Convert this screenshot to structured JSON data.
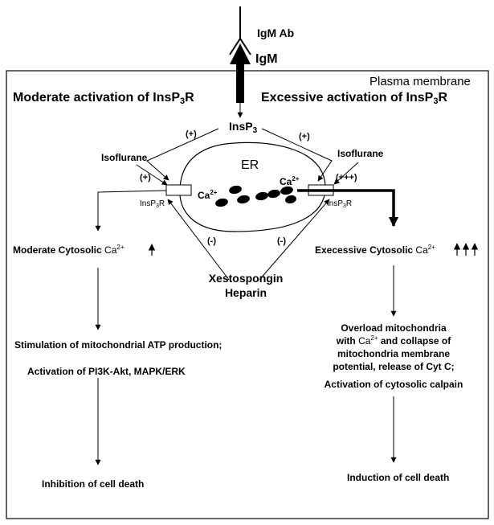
{
  "antibody": {
    "label": "IgM Ab"
  },
  "receptor": {
    "label": "IgM"
  },
  "membrane": {
    "label": "Plasma membrane"
  },
  "left_title": {
    "text": "Moderate activation of InsP",
    "sub": "3",
    "tail": "R"
  },
  "right_title": {
    "text": "Excessive activation of InsP",
    "sub": "3",
    "tail": "R"
  },
  "insp3": {
    "text": "InsP",
    "sub": "3"
  },
  "plus_left": "(+)",
  "plus_right": "(+)",
  "plus_isoflurane_left": "(+)",
  "plus_strong": "(+++)",
  "minus_left": "(-)",
  "minus_right": "(-)",
  "isoflurane_left": "Isoflurane",
  "isoflurane_right": "Isoflurane",
  "er": {
    "label": "ER"
  },
  "ca_left": {
    "text": "Ca",
    "sup": "2+"
  },
  "ca_right": {
    "text": "Ca",
    "sup": "2+"
  },
  "receptor_left": {
    "text": "InsP",
    "sub": "3",
    "tail": "R"
  },
  "receptor_right": {
    "text": "InsP",
    "sub": "3",
    "tail": "R"
  },
  "inhibitors": {
    "line1": "Xestospongin",
    "line2": "Heparin"
  },
  "left_outcome": {
    "text": "Moderate Cytosolic ",
    "ca": "Ca",
    "sup": "2+"
  },
  "right_outcome": {
    "text": "Execessive  Cytosolic ",
    "ca": "Ca",
    "sup": "2+"
  },
  "left_effects": {
    "line1": "Stimulation of mitochondrial ATP production;",
    "line2": "Activation of PI3K-Akt, MAPK/ERK"
  },
  "right_effects": {
    "line1": "Overload mitochondria",
    "line2_a": "with ",
    "line2_ca": "Ca",
    "line2_sup": "2+",
    "line2_b": " and collapse of",
    "line3": "mitochondria membrane",
    "line4": "potential, release of Cyt C;",
    "line5": "Activation of cytosolic calpain"
  },
  "left_final": "Inhibition of  cell death",
  "right_final": "Induction of cell death"
}
